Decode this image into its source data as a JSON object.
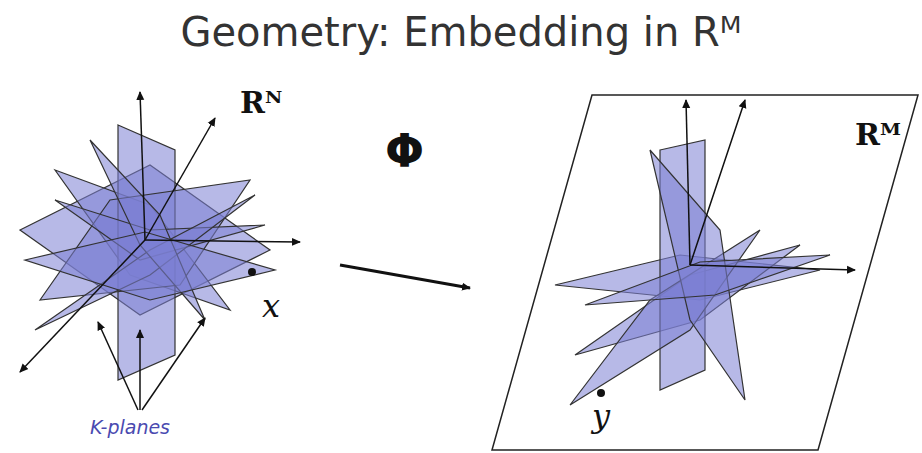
{
  "diagram": {
    "title": "Geometry: Embedding in Rᴹ",
    "labels": [
      "Rᴺ",
      "Φ",
      "x",
      "Rᴹ",
      "y",
      "K-planes"
    ]
  }
}
